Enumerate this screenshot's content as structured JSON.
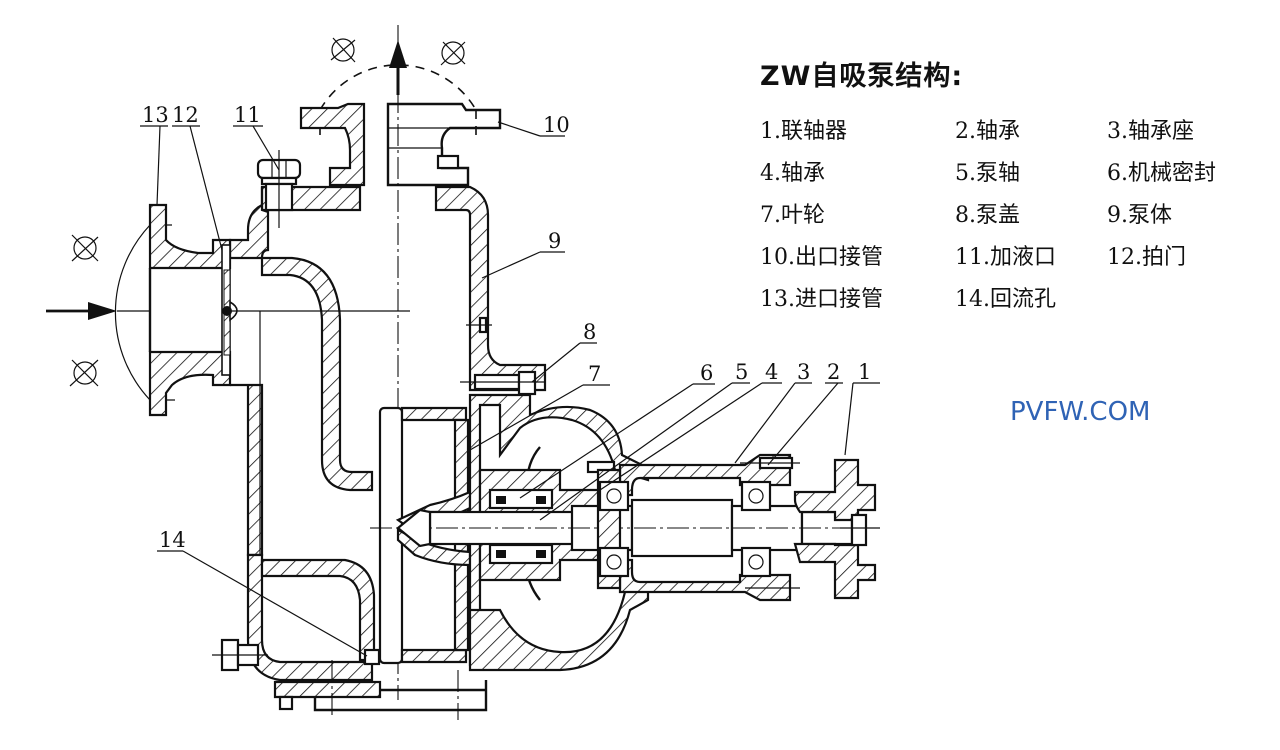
{
  "legend": {
    "title": "ZW自吸泵结构:",
    "items": [
      {
        "num": "1.",
        "name": "联轴器"
      },
      {
        "num": "2.",
        "name": "轴承"
      },
      {
        "num": "3.",
        "name": "轴承座"
      },
      {
        "num": "4.",
        "name": "轴承"
      },
      {
        "num": "5.",
        "name": "泵轴"
      },
      {
        "num": "6.",
        "name": "机械密封"
      },
      {
        "num": "7.",
        "name": "叶轮"
      },
      {
        "num": "8.",
        "name": "泵盖"
      },
      {
        "num": "9.",
        "name": "泵体"
      },
      {
        "num": "10.",
        "name": "出口接管"
      },
      {
        "num": "11.",
        "name": "加液口"
      },
      {
        "num": "12.",
        "name": "拍门"
      },
      {
        "num": "13.",
        "name": "进口接管"
      },
      {
        "num": "14.",
        "name": "回流孔"
      }
    ]
  },
  "callouts": {
    "c1": "1",
    "c2": "2",
    "c3": "3",
    "c4": "4",
    "c5": "5",
    "c6": "6",
    "c7": "7",
    "c8": "8",
    "c9": "9",
    "c10": "10",
    "c11": "11",
    "c12": "12",
    "c13": "13",
    "c14": "14"
  },
  "watermark": "PVFW.COM",
  "colors": {
    "line": "#111111",
    "watermark": "#2f63b5",
    "background": "#ffffff"
  }
}
